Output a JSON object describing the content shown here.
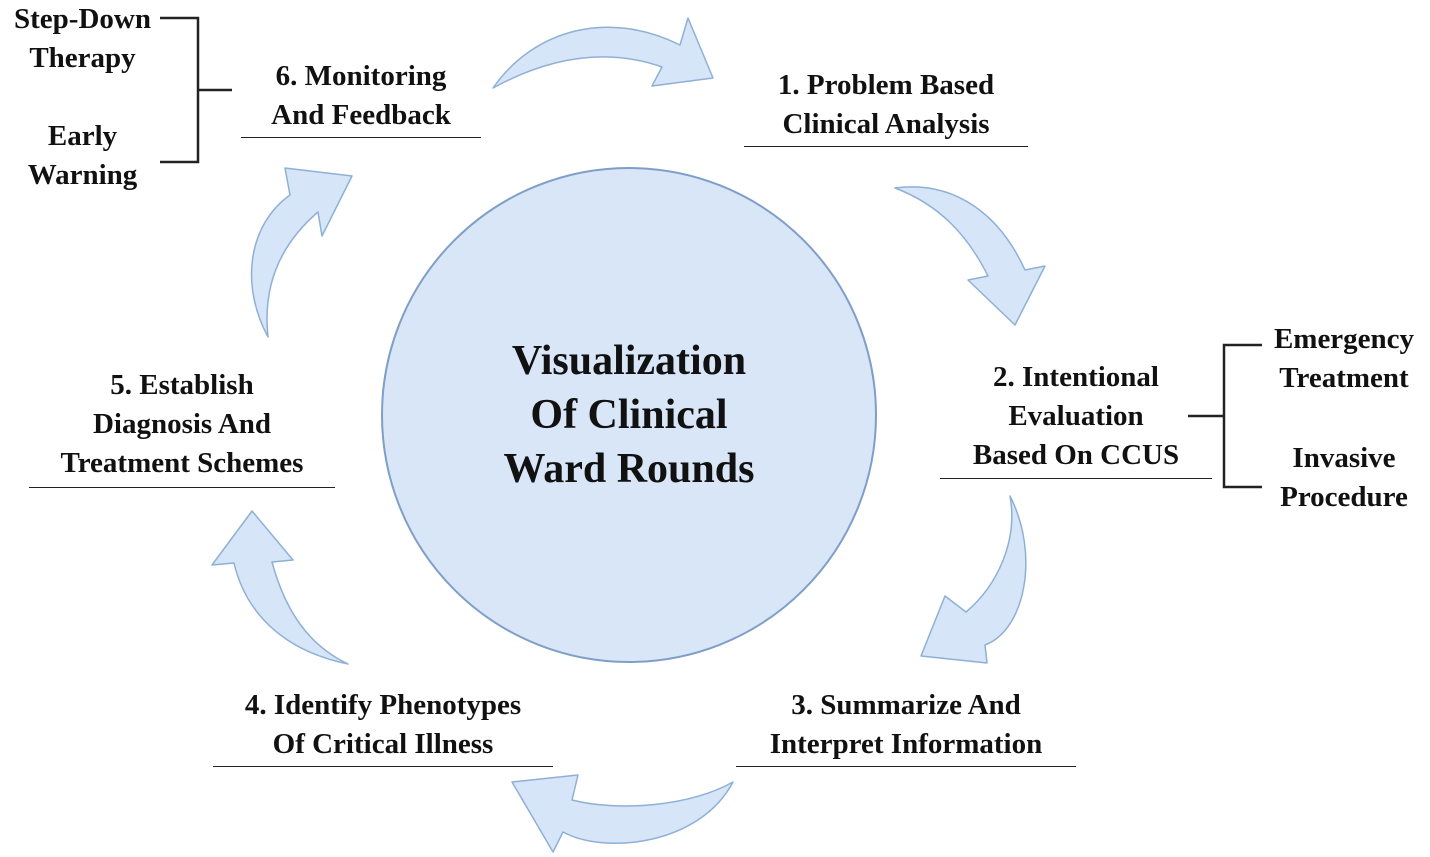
{
  "center": {
    "lines": [
      "Visualization",
      "Of Clinical",
      "Ward Rounds"
    ]
  },
  "steps": [
    {
      "id": "step-1",
      "lines": [
        "1. Problem Based",
        "Clinical Analysis"
      ]
    },
    {
      "id": "step-2",
      "lines": [
        "2. Intentional",
        "Evaluation",
        "Based On CCUS"
      ]
    },
    {
      "id": "step-3",
      "lines": [
        "3. Summarize And",
        "Interpret Information"
      ]
    },
    {
      "id": "step-4",
      "lines": [
        "4. Identify Phenotypes",
        "Of Critical Illness"
      ]
    },
    {
      "id": "step-5",
      "lines": [
        "5. Establish",
        "Diagnosis And",
        "Treatment Schemes"
      ]
    },
    {
      "id": "step-6",
      "lines": [
        "6. Monitoring",
        "And Feedback"
      ]
    }
  ],
  "branches": {
    "left": {
      "top": [
        "Step-Down",
        "Therapy"
      ],
      "bottom": [
        "Early",
        "Warning"
      ]
    },
    "right": {
      "top": [
        "Emergency",
        "Treatment"
      ],
      "bottom": [
        "Invasive",
        "Procedure"
      ]
    }
  },
  "colors": {
    "arrow_fill": "#d6e5f7",
    "arrow_stroke": "#8fb0d6",
    "circle_fill": "#d8e6f8",
    "circle_stroke": "#7f9fc8"
  }
}
